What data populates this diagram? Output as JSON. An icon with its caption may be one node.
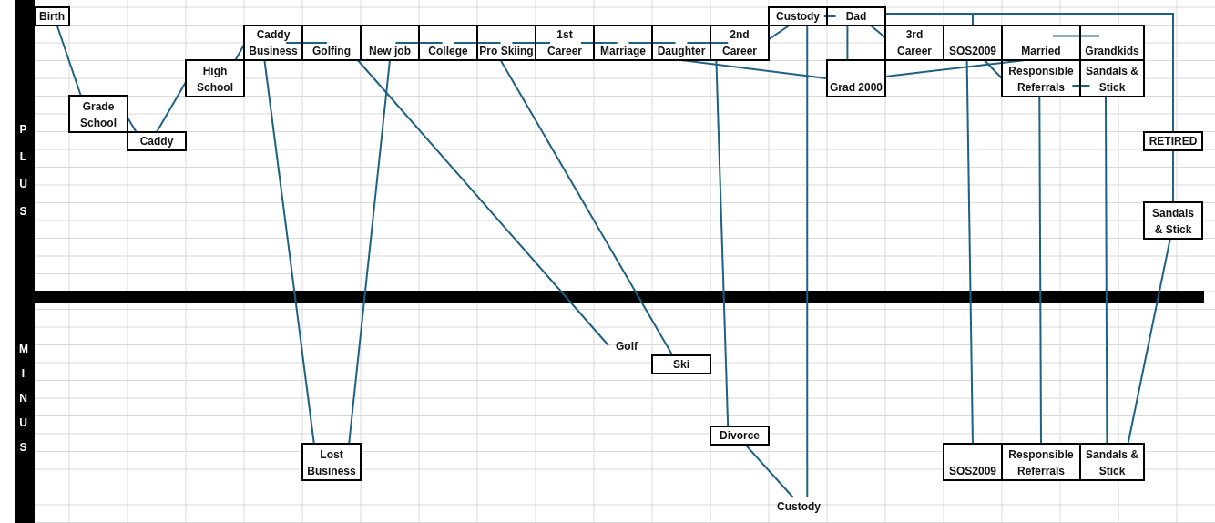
{
  "diagram": {
    "nodes": [
      {
        "text": [
          "Birth"
        ]
      },
      {
        "text": [
          "Grade School"
        ]
      },
      {
        "text": [
          "Caddy"
        ]
      },
      {
        "text": [
          "High School"
        ]
      },
      {
        "text": [
          "Caddy Business"
        ]
      },
      {
        "text": [
          "Golfing"
        ]
      },
      {
        "text": [
          "New job"
        ]
      },
      {
        "text": [
          "College"
        ]
      },
      {
        "text": [
          "Pro Skiing"
        ]
      },
      {
        "text": [
          "1st Career"
        ]
      },
      {
        "text": [
          "Marriage"
        ]
      },
      {
        "text": [
          "Daughter"
        ]
      },
      {
        "text": [
          "2nd Career"
        ]
      },
      {
        "text": [
          "Custody"
        ]
      },
      {
        "text": [
          "Dad"
        ]
      },
      {
        "text": [
          "3rd Career"
        ]
      },
      {
        "text": [
          "SOS2009"
        ]
      },
      {
        "text": [
          "Married"
        ]
      },
      {
        "text": [
          "Grandkids"
        ]
      },
      {
        "text": [
          "Grad 2000"
        ]
      },
      {
        "text": [
          "Responsible Referrals"
        ]
      },
      {
        "text": [
          "Sandals & Stick"
        ]
      },
      {
        "text": [
          "RETIRED"
        ]
      },
      {
        "text": [
          "Sandals & Stick"
        ]
      },
      {
        "text": [
          "Golf"
        ]
      },
      {
        "text": [
          "Ski"
        ]
      },
      {
        "text": [
          "Lost Business"
        ]
      },
      {
        "text": [
          "Divorce"
        ]
      },
      {
        "text": [
          "Custody"
        ]
      },
      {
        "text": [
          "SOS2009"
        ]
      },
      {
        "text": [
          "Responsible Referrals"
        ]
      },
      {
        "text": [
          "Sandals & Stick"
        ]
      }
    ],
    "edges": [
      {
        "from": 0,
        "to": 1,
        "arrow": "none"
      },
      {
        "from": 1,
        "to": 2,
        "arrow": "none"
      },
      {
        "from": 2,
        "to": 3,
        "arrow": "none"
      },
      {
        "from": 3,
        "to": 4,
        "arrow": "none"
      },
      {
        "from": 4,
        "to": 5,
        "arrow": "none"
      },
      {
        "from": 6,
        "to": 7,
        "arrow": "none"
      },
      {
        "from": 7,
        "to": 8,
        "arrow": "none"
      },
      {
        "from": 8,
        "to": 9,
        "arrow": "none"
      },
      {
        "from": 9,
        "to": 10,
        "arrow": "none"
      },
      {
        "from": 10,
        "to": 11,
        "arrow": "none"
      },
      {
        "from": 11,
        "to": 12,
        "arrow": "none"
      },
      {
        "from": 12,
        "to": 13,
        "arrow": "none"
      },
      {
        "from": 13,
        "to": 14,
        "arrow": "none"
      },
      {
        "from": 14,
        "to": 15,
        "arrow": "none"
      },
      {
        "from": 14,
        "to": 19,
        "arrow": "none"
      },
      {
        "from": 14,
        "to": 22,
        "arrow": "none"
      },
      {
        "from": 14,
        "to": 16,
        "arrow": "none"
      },
      {
        "from": 13,
        "to": 28,
        "arrow": "none"
      },
      {
        "from": 11,
        "to": 19,
        "arrow": "none"
      },
      {
        "from": 19,
        "to": 17,
        "arrow": "none"
      },
      {
        "from": 16,
        "to": 20,
        "arrow": "none"
      },
      {
        "from": 20,
        "to": 21,
        "arrow": "none"
      },
      {
        "from": 17,
        "to": 18,
        "arrow": "none"
      },
      {
        "from": 22,
        "to": 23,
        "arrow": "none"
      },
      {
        "from": 23,
        "to": 31,
        "arrow": "none"
      },
      {
        "from": 4,
        "to": 26,
        "arrow": "none"
      },
      {
        "from": 6,
        "to": 26,
        "arrow": "none"
      },
      {
        "from": 5,
        "to": 24,
        "arrow": "none"
      },
      {
        "from": 8,
        "to": 25,
        "arrow": "none"
      },
      {
        "from": 12,
        "to": 27,
        "arrow": "none"
      },
      {
        "from": 27,
        "to": 28,
        "arrow": "none"
      },
      {
        "from": 16,
        "to": 29,
        "arrow": "none"
      },
      {
        "from": 20,
        "to": 30,
        "arrow": "none"
      },
      {
        "from": 21,
        "to": 31,
        "arrow": "none"
      }
    ],
    "labels": [
      "PLUS",
      "MINUS"
    ]
  }
}
